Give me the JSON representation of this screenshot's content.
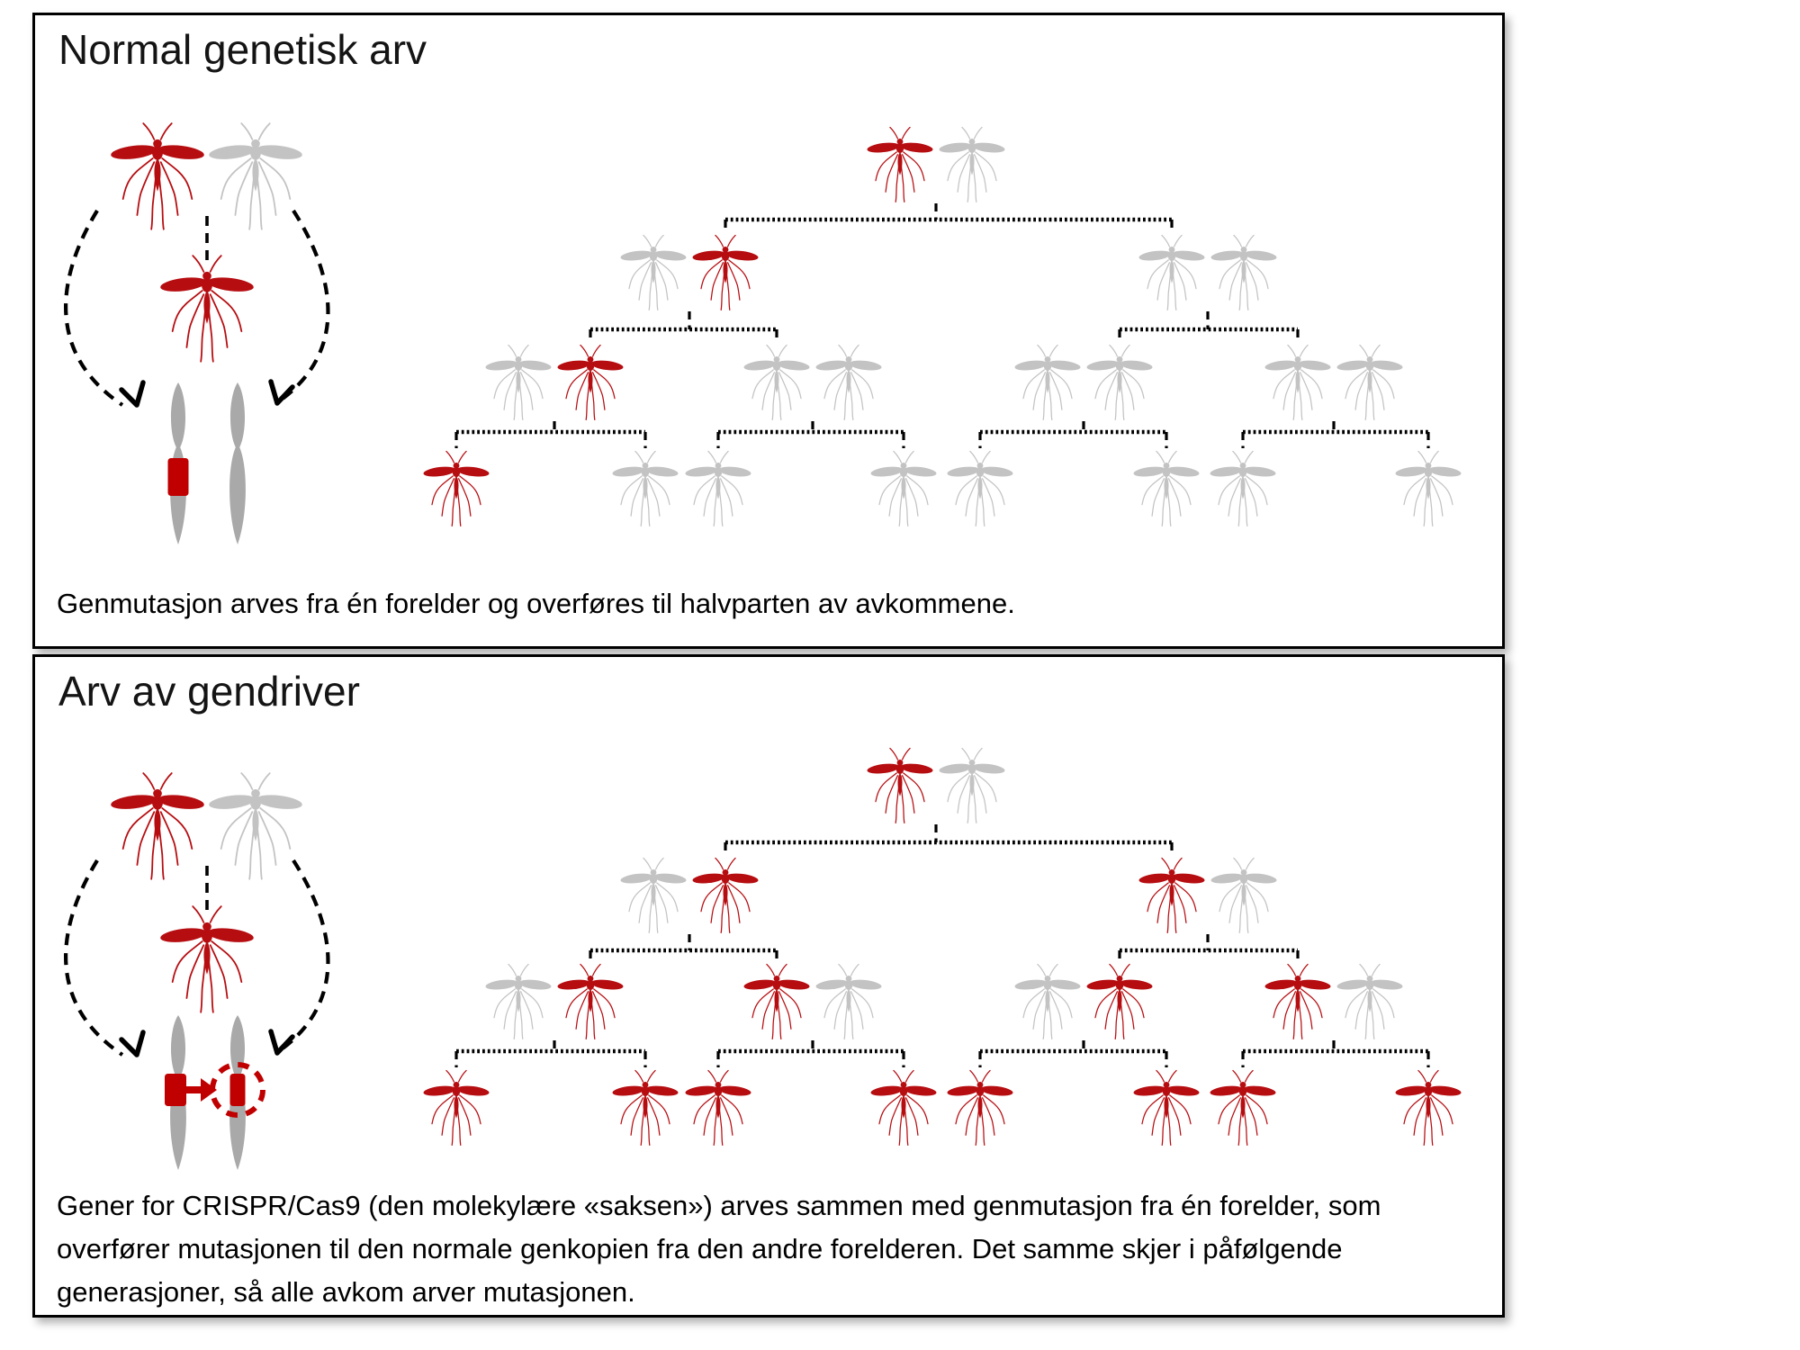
{
  "colors": {
    "mutant": "#b60d11",
    "wild": "#c3c3c3",
    "chromosome": "#a9a9a9",
    "band": "#c00000",
    "line": "#000000"
  },
  "panels": [
    {
      "id": "normal-inheritance",
      "title": "Normal genetisk arv",
      "caption": "Genmutasjon arves fra én forelder og overføres til halvparten av avkommene.",
      "left_diagram": {
        "parents": [
          "mutant",
          "wild"
        ],
        "offspring": "mutant",
        "chromosomes": {
          "left_band": true,
          "right_band": false,
          "gene_drive": false
        }
      },
      "tree": {
        "gen1": [
          "mutant",
          "wild"
        ],
        "gen2": [
          [
            "wild",
            "mutant"
          ],
          [
            "wild",
            "wild"
          ]
        ],
        "gen3": [
          [
            "wild",
            "mutant"
          ],
          [
            "wild",
            "wild"
          ],
          [
            "wild",
            "wild"
          ],
          [
            "wild",
            "wild"
          ]
        ],
        "gen4": [
          [
            "mutant",
            "wild"
          ],
          [
            "wild",
            "wild"
          ],
          [
            "wild",
            "wild"
          ],
          [
            "wild",
            "wild"
          ]
        ]
      }
    },
    {
      "id": "gene-drive-inheritance",
      "title": "Arv av gendriver",
      "caption": "Gener for CRISPR/Cas9 (den molekylære «saksen») arves sammen med genmutasjon fra én forelder, som overfører mutasjonen til den normale genkopien fra den andre forelderen. Det samme skjer i påfølgende generasjoner, så alle avkom arver mutasjonen.",
      "left_diagram": {
        "parents": [
          "mutant",
          "wild"
        ],
        "offspring": "mutant",
        "chromosomes": {
          "left_band": true,
          "right_band": true,
          "gene_drive": true
        }
      },
      "tree": {
        "gen1": [
          "mutant",
          "wild"
        ],
        "gen2": [
          [
            "wild",
            "mutant"
          ],
          [
            "mutant",
            "wild"
          ]
        ],
        "gen3": [
          [
            "wild",
            "mutant"
          ],
          [
            "mutant",
            "wild"
          ],
          [
            "wild",
            "mutant"
          ],
          [
            "mutant",
            "wild"
          ]
        ],
        "gen4": [
          [
            "mutant",
            "mutant"
          ],
          [
            "mutant",
            "mutant"
          ],
          [
            "mutant",
            "mutant"
          ],
          [
            "mutant",
            "mutant"
          ]
        ]
      }
    }
  ]
}
